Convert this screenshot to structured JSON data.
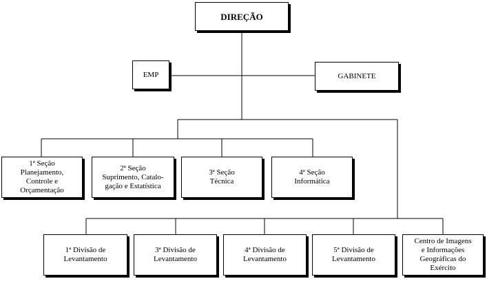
{
  "top": {
    "label": "DIREÇÃO"
  },
  "staff": {
    "left": {
      "label": "EMP"
    },
    "right": {
      "label": "GABINETE"
    }
  },
  "sections": [
    {
      "label": "1ª Seção\nPlanejamento,\nControle    e\nOrçamentação"
    },
    {
      "label": "2ª Seção\nSuprimento, Catalo-\ngação  e  Estatística"
    },
    {
      "label": "3ª Seção\nTécnica"
    },
    {
      "label": "4ª Seção\nInformática"
    }
  ],
  "divisions": [
    {
      "label": "1ª Divisão de\nLevantamento"
    },
    {
      "label": "3ª Divisão de\nLevantamento"
    },
    {
      "label": "4ª Divisão de\nLevantamento"
    },
    {
      "label": "5ª Divisão de\nLevantamento"
    },
    {
      "label": "Centro de Imagens\ne  Informações\nGeográficas do\nExército"
    }
  ]
}
